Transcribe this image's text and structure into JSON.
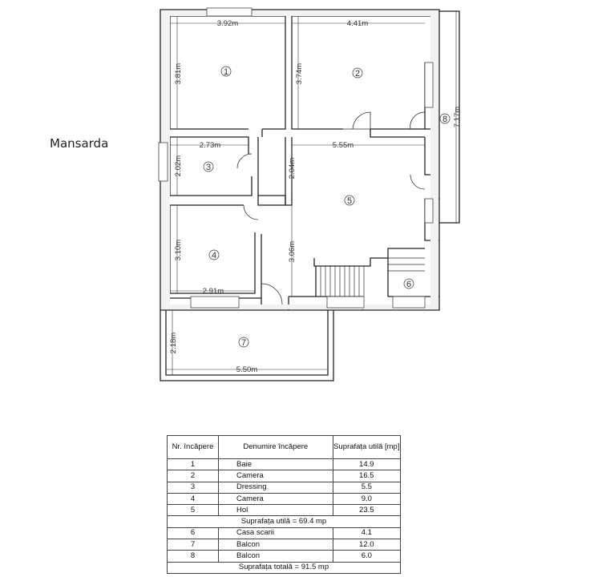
{
  "floor": {
    "label": "Mansarda"
  },
  "dimensions": {
    "d1": "3.92m",
    "d2": "4.41m",
    "d3": "3.81m",
    "d4": "3.74m",
    "d5": "7.17m",
    "d6": "2.73m",
    "d7": "5.55m",
    "d8": "2.02m",
    "d9": "2.04m",
    "d10": "3.10m",
    "d11": "3.06m",
    "d12": "2.91m",
    "d13": "2.18m",
    "d14": "5.50m"
  },
  "room_markers": [
    "1",
    "2",
    "3",
    "4",
    "5",
    "6",
    "7",
    "8"
  ],
  "table": {
    "headers": [
      "Nr. încăpere",
      "Denumire încăpere",
      "Suprafața utilă [mp]"
    ],
    "rows_a": [
      {
        "nr": "1",
        "name": "Baie",
        "area": "14.9"
      },
      {
        "nr": "2",
        "name": "Camera",
        "area": "16.5"
      },
      {
        "nr": "3",
        "name": "Dressing",
        "area": "5.5"
      },
      {
        "nr": "4",
        "name": "Camera",
        "area": "9.0"
      },
      {
        "nr": "5",
        "name": "Hol",
        "area": "23.5"
      }
    ],
    "subtotal": "Suprafața utilă = 69.4 mp",
    "rows_b": [
      {
        "nr": "6",
        "name": "Casa scarii",
        "area": "4.1"
      },
      {
        "nr": "7",
        "name": "Balcon",
        "area": "12.0"
      },
      {
        "nr": "8",
        "name": "Balcon",
        "area": "6.0"
      }
    ],
    "total": "Suprafața totală = 91.5 mp"
  }
}
